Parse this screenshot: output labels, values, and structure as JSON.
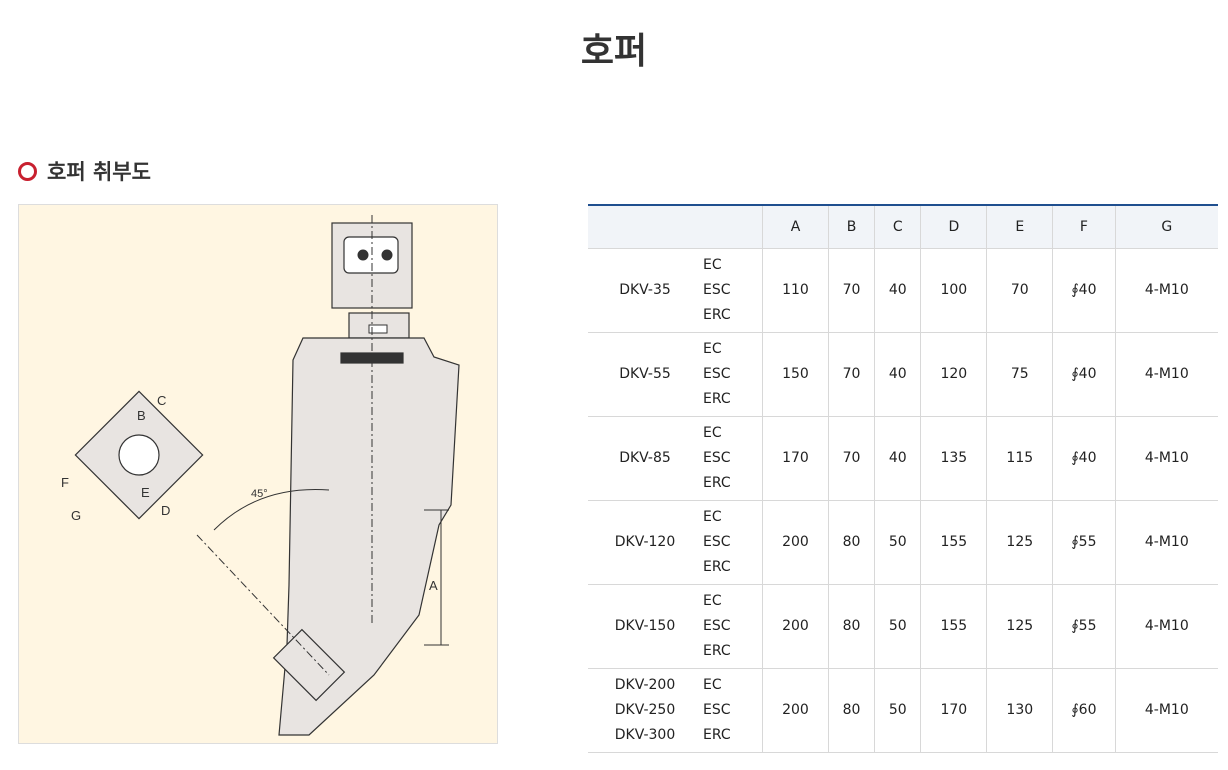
{
  "title": "호퍼",
  "section": "호퍼 취부도",
  "diagram": {
    "labels": {
      "a": "A",
      "b": "B",
      "c": "C",
      "d": "D",
      "e": "E",
      "f": "F",
      "g": "G",
      "angle": "45°"
    }
  },
  "table": {
    "headers": [
      "A",
      "B",
      "C",
      "D",
      "E",
      "F",
      "G"
    ],
    "rows": [
      {
        "models": [
          "DKV-35"
        ],
        "types": [
          "EC",
          "ESC",
          "ERC"
        ],
        "values": [
          "110",
          "70",
          "40",
          "100",
          "70",
          "∮40",
          "4-M10"
        ]
      },
      {
        "models": [
          "DKV-55"
        ],
        "types": [
          "EC",
          "ESC",
          "ERC"
        ],
        "values": [
          "150",
          "70",
          "40",
          "120",
          "75",
          "∮40",
          "4-M10"
        ]
      },
      {
        "models": [
          "DKV-85"
        ],
        "types": [
          "EC",
          "ESC",
          "ERC"
        ],
        "values": [
          "170",
          "70",
          "40",
          "135",
          "115",
          "∮40",
          "4-M10"
        ]
      },
      {
        "models": [
          "DKV-120"
        ],
        "types": [
          "EC",
          "ESC",
          "ERC"
        ],
        "values": [
          "200",
          "80",
          "50",
          "155",
          "125",
          "∮55",
          "4-M10"
        ]
      },
      {
        "models": [
          "DKV-150"
        ],
        "types": [
          "EC",
          "ESC",
          "ERC"
        ],
        "values": [
          "200",
          "80",
          "50",
          "155",
          "125",
          "∮55",
          "4-M10"
        ]
      },
      {
        "models": [
          "DKV-200",
          "DKV-250",
          "DKV-300"
        ],
        "types": [
          "EC",
          "ESC",
          "ERC"
        ],
        "values": [
          "200",
          "80",
          "50",
          "170",
          "130",
          "∮60",
          "4-M10"
        ]
      }
    ]
  }
}
